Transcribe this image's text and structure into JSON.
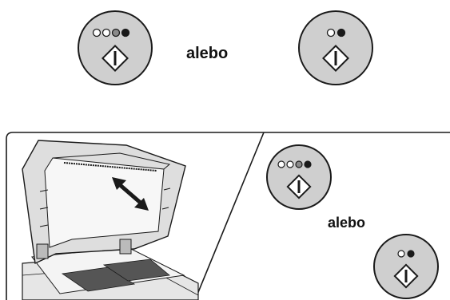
{
  "top_row": {
    "separator_word": "alebo",
    "buttons": [
      {
        "name": "color-start",
        "indicator": "color",
        "icon": "start-icon"
      },
      {
        "name": "bw-start",
        "indicator": "black-white",
        "icon": "start-icon"
      }
    ]
  },
  "bottom_panel": {
    "separator_word": "alebo",
    "illustration": "scanner-with-open-document-feeder",
    "buttons": [
      {
        "name": "color-start",
        "indicator": "color",
        "icon": "start-icon"
      },
      {
        "name": "bw-start",
        "indicator": "black-white",
        "icon": "start-icon"
      }
    ]
  },
  "colors": {
    "button_fill": "#cfcfcf",
    "outline": "#1a1a1a",
    "indicator_mid": "#8a8a8a"
  }
}
